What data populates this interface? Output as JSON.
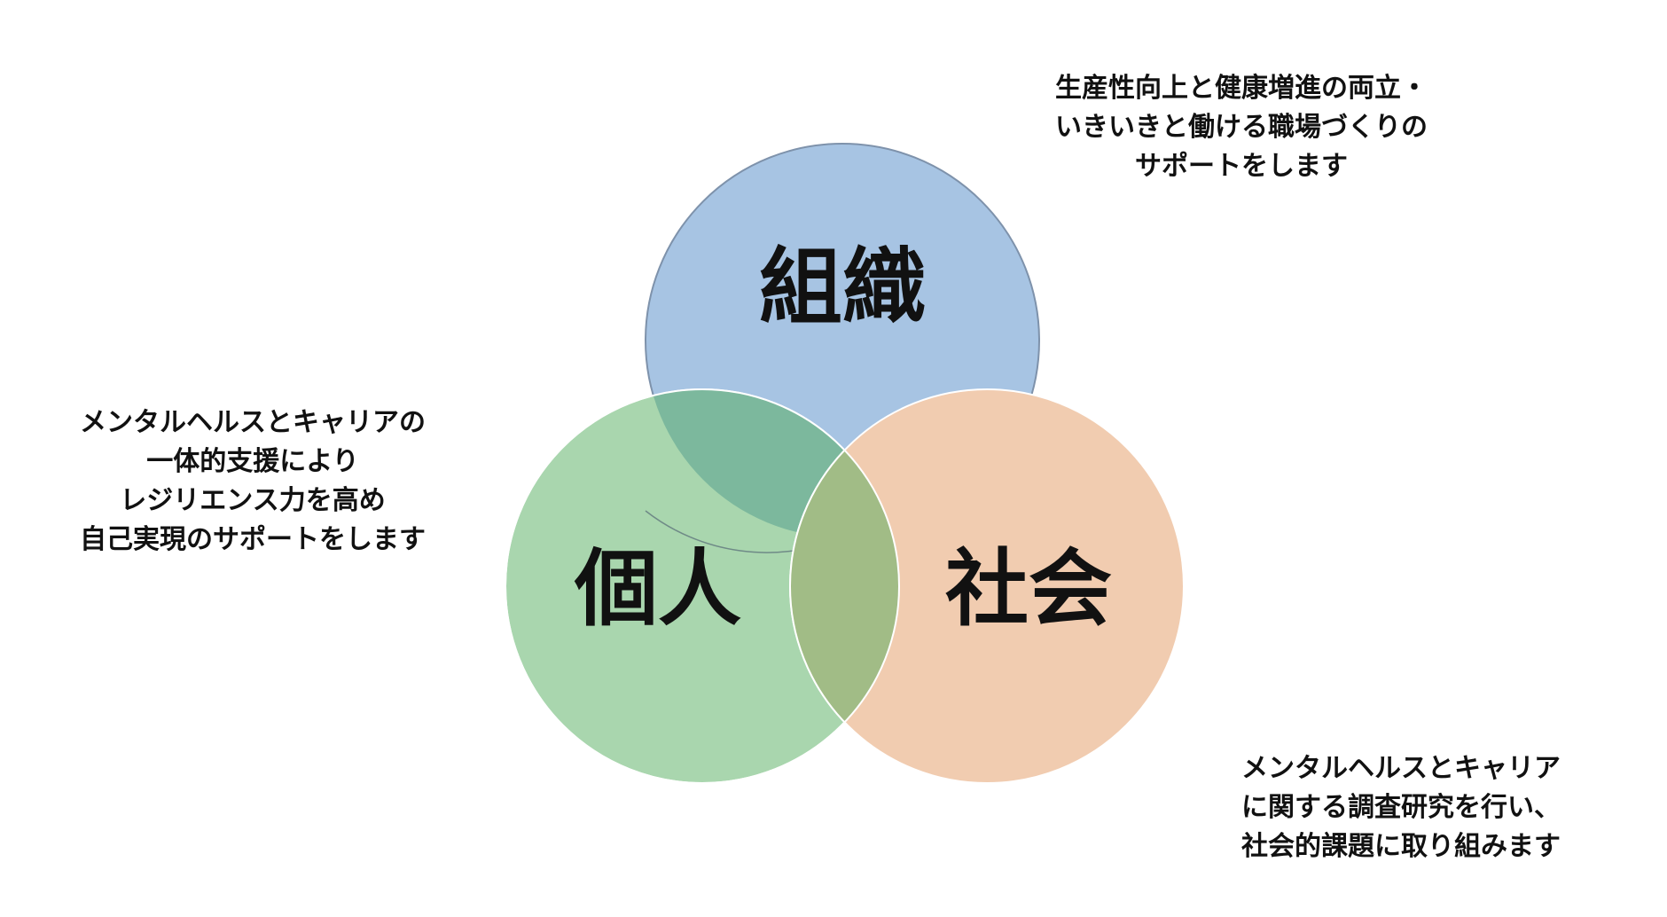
{
  "diagram": {
    "circles": [
      {
        "id": "organization",
        "label": "組織",
        "color": "#a7c4e3",
        "stroke": "#7e92ab"
      },
      {
        "id": "individual",
        "label": "個人",
        "color": "#a9d6ae",
        "stroke": "#ffffff"
      },
      {
        "id": "society",
        "label": "社会",
        "color": "#f1ccb0",
        "stroke": "#ffffff"
      }
    ],
    "overlap_colors": {
      "organization_individual": "#7cb89d",
      "individual_society": "#a1bc86"
    }
  },
  "descriptions": {
    "organization": [
      "生産性向上と健康増進の両立・",
      "いきいきと働ける職場づくりの",
      "サポートをします"
    ],
    "individual": [
      "メンタルヘルスとキャリアの",
      "一体的支援により",
      "レジリエンス力を高め",
      "自己実現のサポートをします"
    ],
    "society": [
      "メンタルヘルスとキャリア",
      "に関する調査研究を行い、",
      "社会的課題に取り組みます"
    ]
  }
}
